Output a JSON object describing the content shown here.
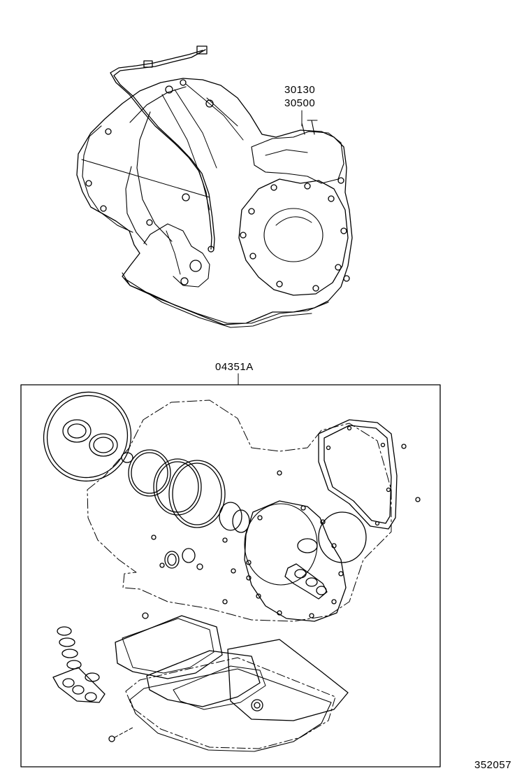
{
  "callouts": {
    "assembly_part_1": "30130",
    "assembly_part_2": "30500",
    "gasket_kit": "04351A",
    "illustration_number": "352057"
  },
  "parts": {
    "assembly": "automatic-transaxle-assembly",
    "kit": "overhaul-gasket-kit"
  },
  "colors": {
    "line": "#000000",
    "background": "#ffffff"
  }
}
